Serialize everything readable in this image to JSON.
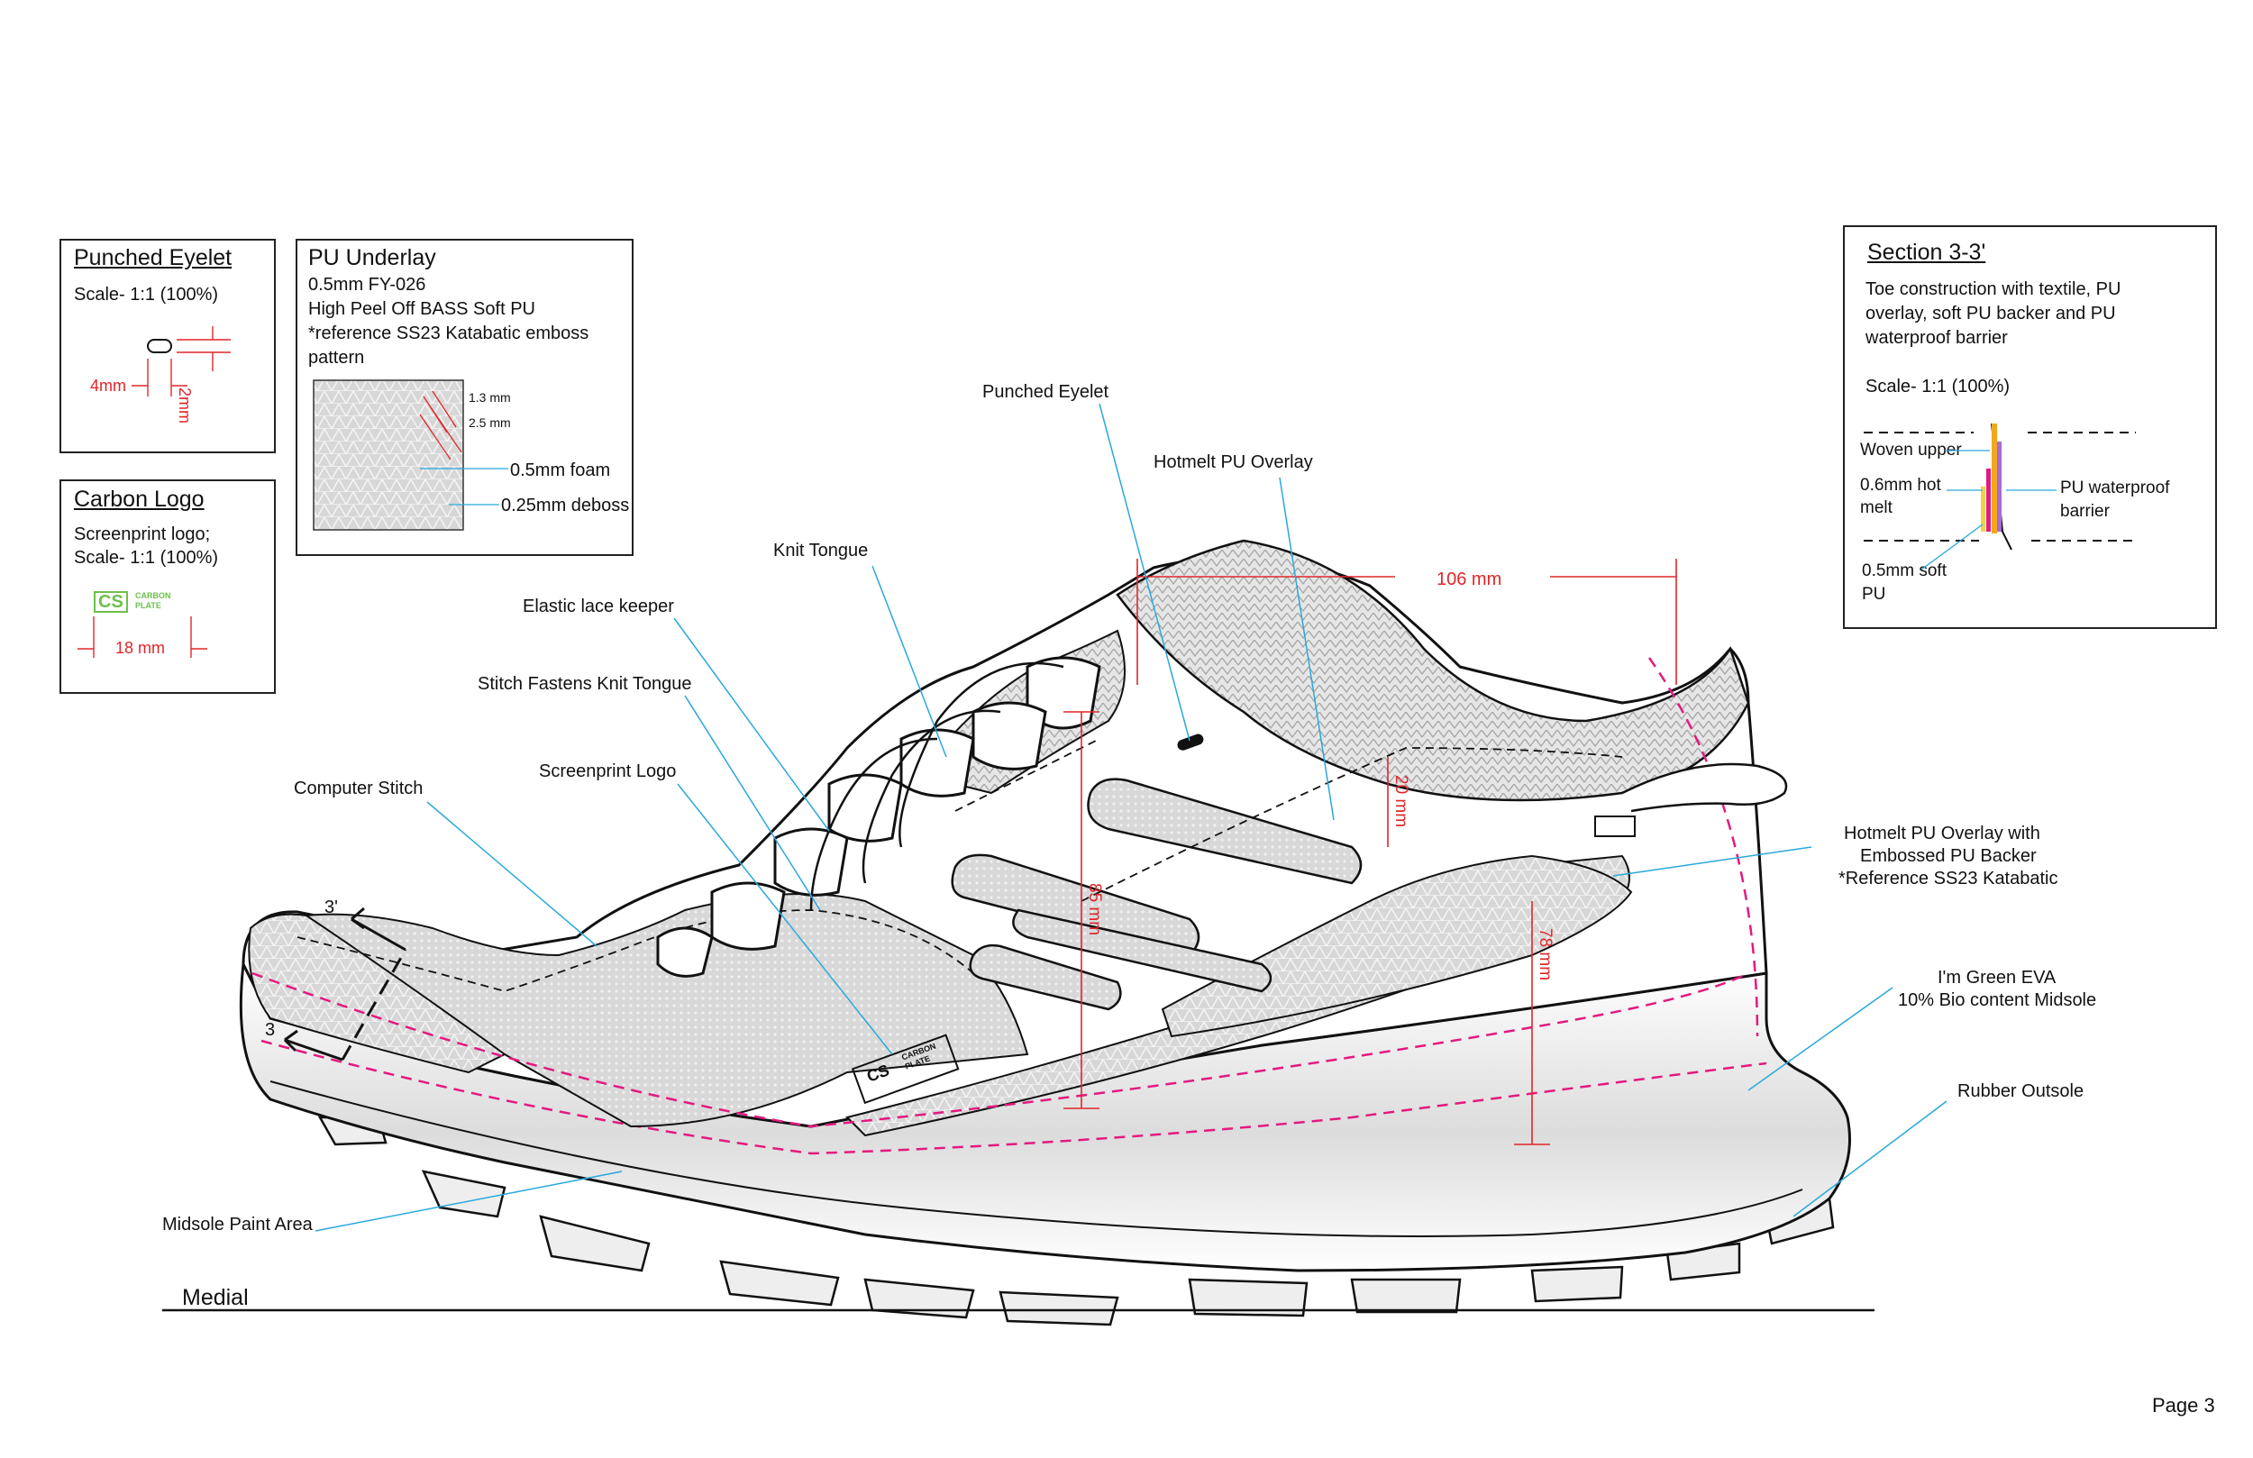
{
  "punched_eyelet_box": {
    "title": "Punched Eyelet",
    "scale": "Scale- 1:1 (100%)",
    "dim_width": "4mm",
    "dim_height": "2mm"
  },
  "carbon_logo_box": {
    "title": "Carbon Logo",
    "line1": "Screenprint logo;",
    "line2": "Scale- 1:1 (100%)",
    "logo_mark": "CS",
    "logo_word1": "CARBON",
    "logo_word2": "PLATE",
    "dim_width": "18 mm"
  },
  "pu_underlay_box": {
    "title": "PU Underlay",
    "line1": "0.5mm FY-026",
    "line2": "High Peel Off BASS Soft PU",
    "line3": "*reference SS23 Katabatic emboss",
    "line4": "pattern",
    "dim_a": "1.3 mm",
    "dim_b": "2.5 mm",
    "foam": "0.5mm foam",
    "deboss": "0.25mm deboss"
  },
  "section_box": {
    "title": "Section 3-3'",
    "line1": "Toe construction with textile, PU",
    "line2": "overlay, soft PU backer and PU",
    "line3": "waterproof barrier",
    "scale": "Scale- 1:1 (100%)",
    "woven": "Woven upper",
    "hotmelt1": "0.6mm hot",
    "hotmelt2": "melt",
    "soft1": "0.5mm soft",
    "soft2": "PU",
    "barrier1": "PU waterproof",
    "barrier2": "barrier"
  },
  "callouts": {
    "punched_eyelet": "Punched Eyelet",
    "hotmelt_overlay": "Hotmelt PU Overlay",
    "knit_tongue": "Knit Tongue",
    "elastic_lace_keeper": "Elastic lace keeper",
    "stitch_fastens": "Stitch Fastens Knit Tongue",
    "screenprint_logo": "Screenprint Logo",
    "computer_stitch": "Computer Stitch",
    "hotmelt_embossed1": "Hotmelt PU Overlay with",
    "hotmelt_embossed2": "Embossed PU Backer",
    "hotmelt_embossed3": "*Reference SS23 Katabatic",
    "eva1": "I'm Green EVA",
    "eva2": "10% Bio content Midsole",
    "rubber_outsole": "Rubber Outsole",
    "midsole_paint": "Midsole Paint Area"
  },
  "dimensions": {
    "d106": "106 mm",
    "d20": "20 mm",
    "d85": "85 mm",
    "d78": "78 mm"
  },
  "section_markers": {
    "upper": "3'",
    "lower": "3"
  },
  "shoe_logo": {
    "mark": "CS",
    "word1": "CARBON",
    "word2": "PLATE"
  },
  "footer": {
    "side_label": "Medial",
    "page": "Page 3"
  },
  "colors": {
    "dimension": "#e0262a",
    "leader": "#29a8dc",
    "stitch": "#e4197e",
    "logo_green": "#6cc04a"
  }
}
